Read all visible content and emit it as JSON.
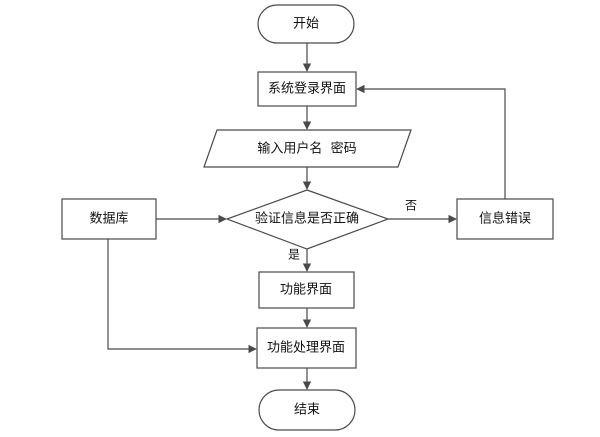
{
  "flowchart": {
    "nodes": {
      "start": "开始",
      "login": "系统登录界面",
      "input": "输入用户名  密码",
      "verify": "验证信息是否正确",
      "database": "数据库",
      "error": "信息错误",
      "function": "功能界面",
      "process": "功能处理界面",
      "end": "结束"
    },
    "edges": {
      "no_label": "否",
      "yes_label": "是"
    }
  }
}
